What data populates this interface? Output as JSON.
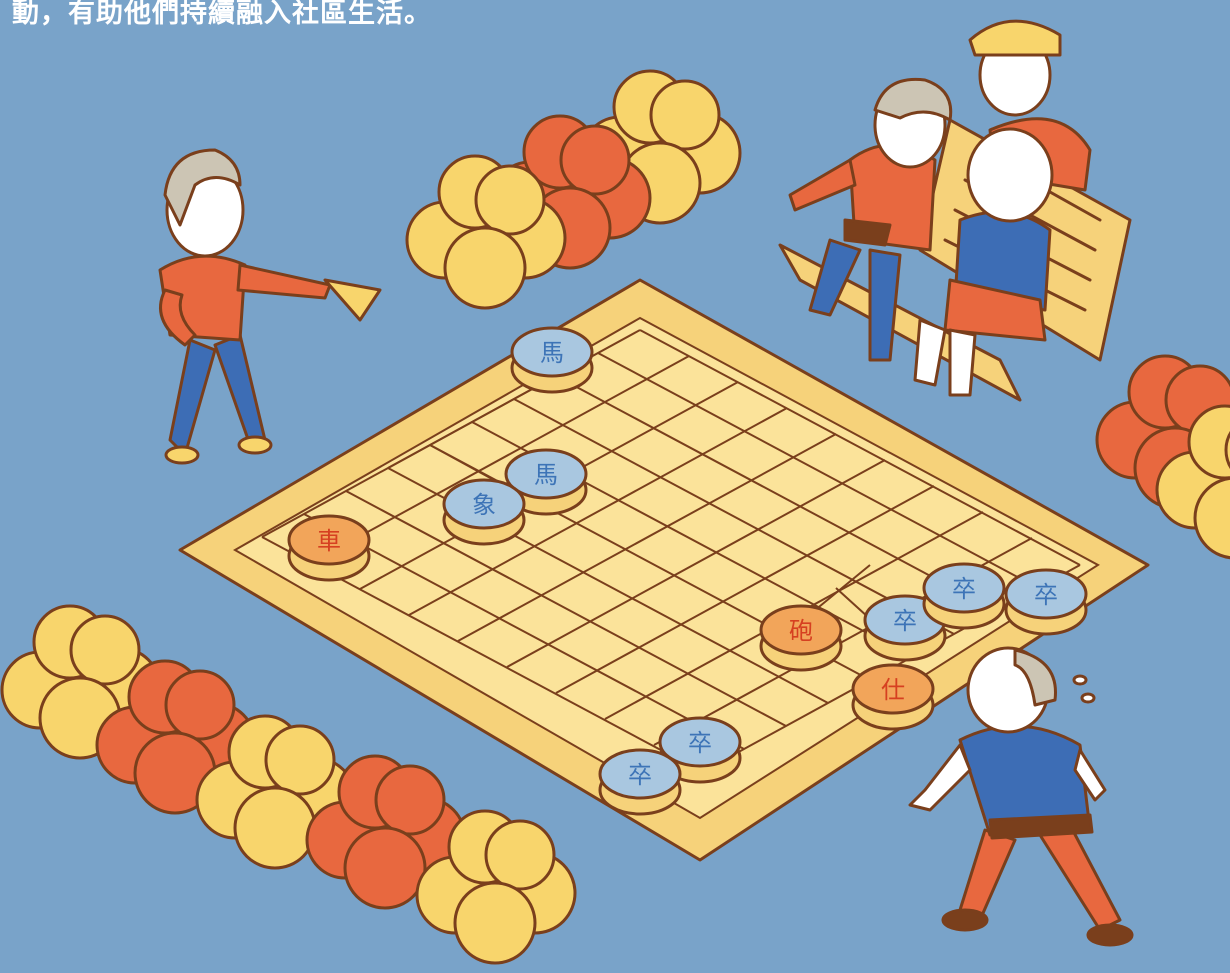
{
  "caption": "動，有助他們持續融入社區生活。",
  "colors": {
    "background": "#79a3c9",
    "board": "#f6d27a",
    "board_light": "#fbe39a",
    "outline": "#7a3f1c",
    "red": "#e8683f",
    "yellow": "#f8d56c",
    "blue_piece": "#a9c7e0",
    "red_piece": "#f2a55a"
  },
  "pieces": {
    "blue_horse_top": "馬",
    "blue_horse_mid": "馬",
    "blue_elephant": "象",
    "red_chariot": "車",
    "red_cannon": "砲",
    "red_advisor": "仕",
    "blue_soldier_1": "卒",
    "blue_soldier_2": "卒",
    "blue_soldier_3": "卒",
    "blue_soldier_4": "卒",
    "blue_soldier_5": "卒"
  }
}
